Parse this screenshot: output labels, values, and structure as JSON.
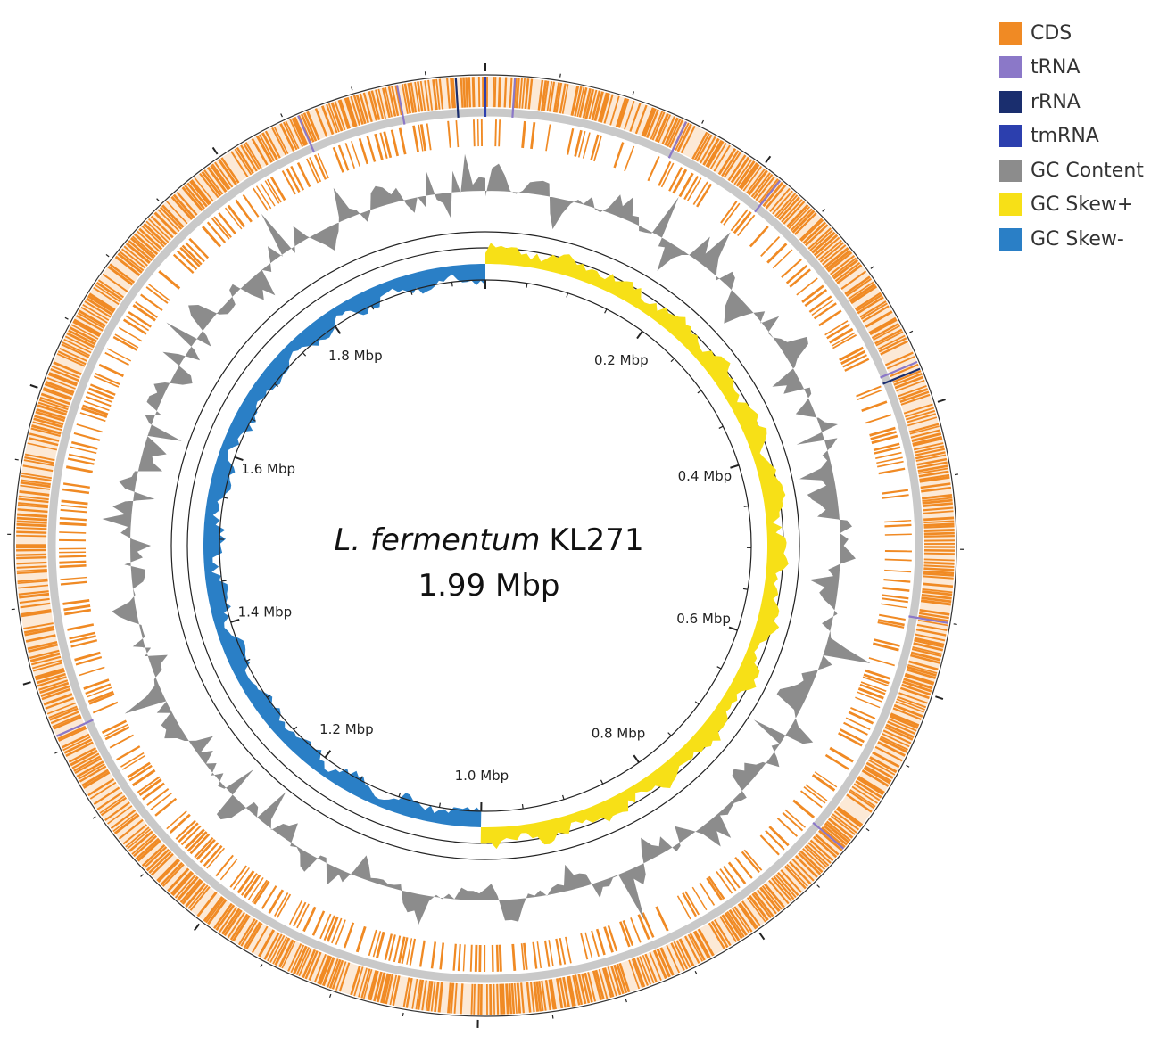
{
  "genome": {
    "species": "L. fermentum",
    "strain": "KL271",
    "size_label": "1.99 Mbp",
    "length_mbp": 1.99
  },
  "legend": [
    {
      "label": "CDS",
      "color": "#f08a24"
    },
    {
      "label": "tRNA",
      "color": "#8b78c8"
    },
    {
      "label": "rRNA",
      "color": "#1a2e6e"
    },
    {
      "label": "tmRNA",
      "color": "#2c3fae"
    },
    {
      "label": "GC Content",
      "color": "#8c8c8c"
    },
    {
      "label": "GC Skew+",
      "color": "#f7e017"
    },
    {
      "label": "GC Skew-",
      "color": "#2a7fc6"
    }
  ],
  "position_labels": [
    {
      "label": "0.2 Mbp",
      "mbp": 0.2
    },
    {
      "label": "0.4 Mbp",
      "mbp": 0.4
    },
    {
      "label": "0.6 Mbp",
      "mbp": 0.6
    },
    {
      "label": "0.8 Mbp",
      "mbp": 0.8
    },
    {
      "label": "1.0 Mbp",
      "mbp": 1.0
    },
    {
      "label": "1.2 Mbp",
      "mbp": 1.2
    },
    {
      "label": "1.4 Mbp",
      "mbp": 1.4
    },
    {
      "label": "1.6 Mbp",
      "mbp": 1.6
    },
    {
      "label": "1.8 Mbp",
      "mbp": 1.8
    }
  ],
  "gc_skew_segments_mbp": [
    {
      "sign": "+",
      "start": 0.0,
      "end": 1.0
    },
    {
      "sign": "-",
      "start": 1.0,
      "end": 1.99
    }
  ]
}
